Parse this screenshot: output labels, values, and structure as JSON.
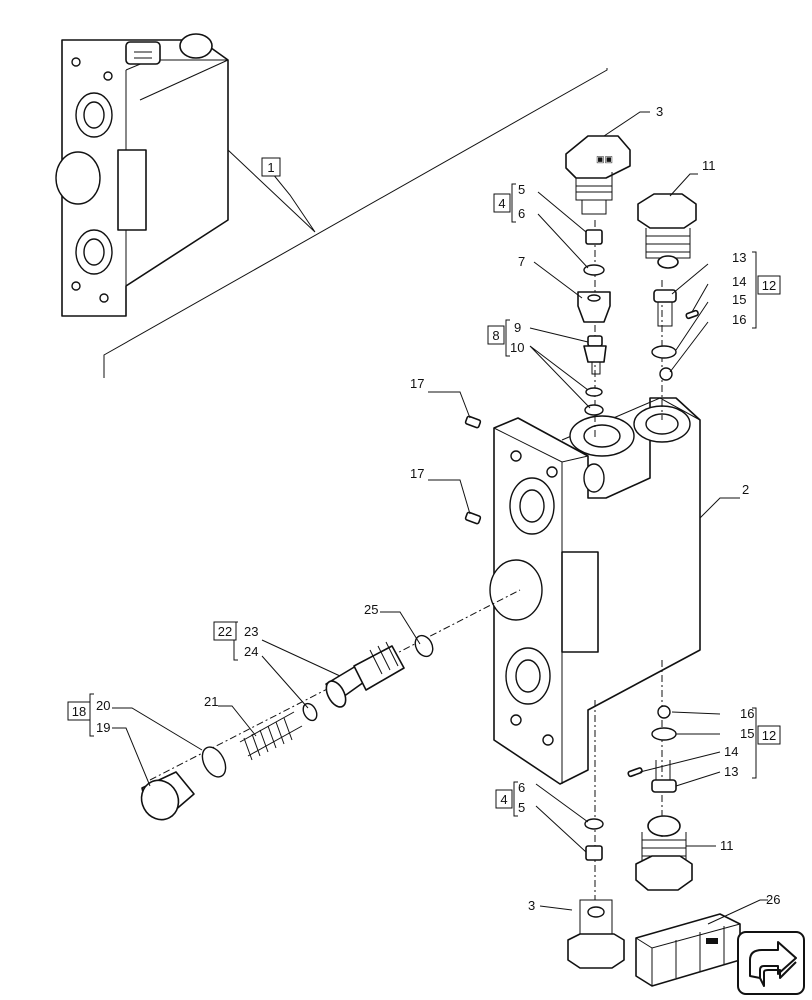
{
  "callouts": {
    "c1": "1",
    "c2": "2",
    "c3a": "3",
    "c3b": "3",
    "c4a": "4",
    "c4b": "4",
    "c5a": "5",
    "c5b": "5",
    "c6a": "6",
    "c6b": "6",
    "c7": "7",
    "c8": "8",
    "c9": "9",
    "c10": "10",
    "c11a": "11",
    "c11b": "11",
    "c12a": "12",
    "c12b": "12",
    "c13a": "13",
    "c13b": "13",
    "c14a": "14",
    "c14b": "14",
    "c15a": "15",
    "c15b": "15",
    "c16a": "16",
    "c16b": "16",
    "c17a": "17",
    "c17b": "17",
    "c18": "18",
    "c19": "19",
    "c20": "20",
    "c21": "21",
    "c22": "22",
    "c23": "23",
    "c24": "24",
    "c25": "25",
    "c26": "26"
  },
  "icons": {
    "nav_arrow": "next-page-arrow-icon"
  }
}
